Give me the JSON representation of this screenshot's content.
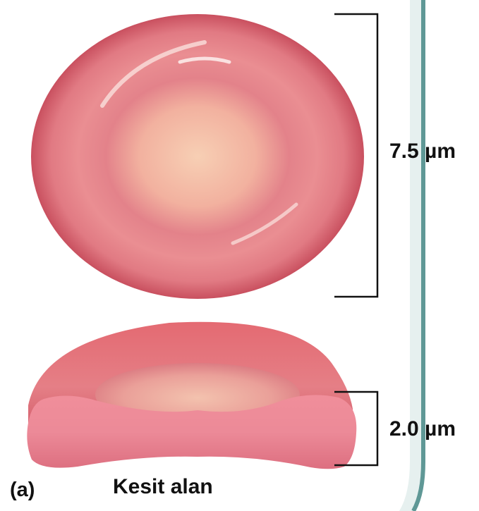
{
  "labels": {
    "diameter": "7.5 µm",
    "thickness": "2.0 µm",
    "panel": "(a)",
    "caption": "Kesit alan"
  },
  "colors": {
    "cell_rim": "#e0707a",
    "cell_center": "#f6c9ae",
    "cell_edge": "#c44a5a",
    "side_band": "#5f9896"
  }
}
